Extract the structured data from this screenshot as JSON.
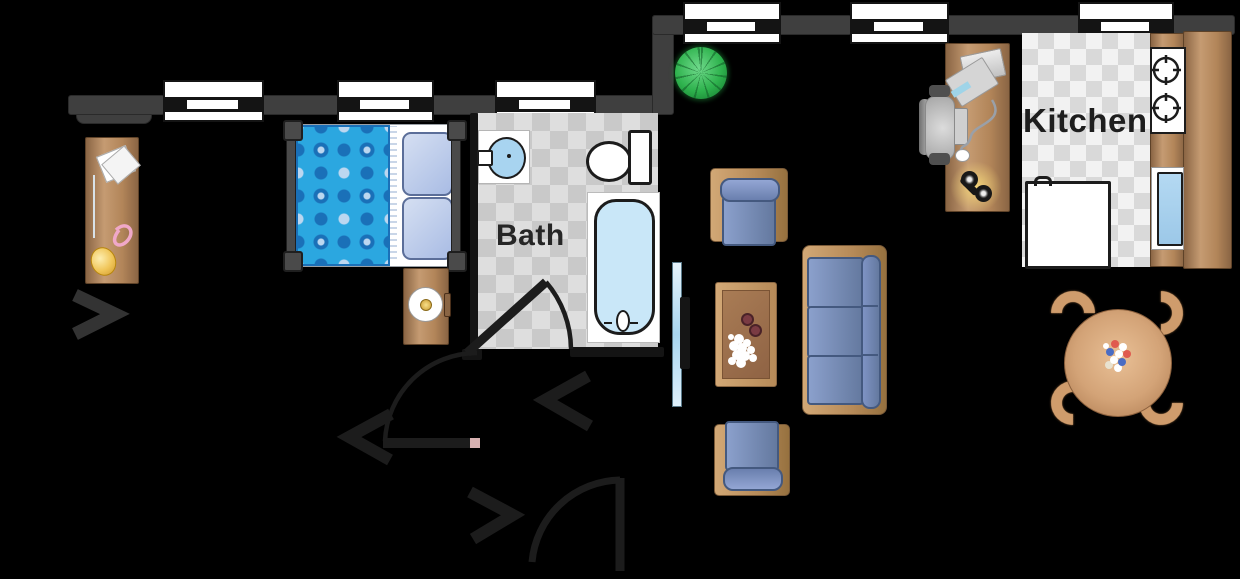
{
  "diagram_type": "apartment-floor-plan",
  "background_color": "#000000",
  "labels": {
    "bath": "Bath",
    "kitchen": "Kitchen"
  },
  "rooms": [
    {
      "name": "bedroom",
      "label": ""
    },
    {
      "name": "bathroom",
      "label": "Bath",
      "floor": "gray-checker-tile"
    },
    {
      "name": "living-room",
      "label": ""
    },
    {
      "name": "kitchen",
      "label": "Kitchen",
      "floor": "white-checker-tile"
    }
  ],
  "palette": {
    "wall_gray": "#3f3f3f",
    "window_frame_black": "#141414",
    "tile_light": "#dedede",
    "tile_dark": "#c9c9c9",
    "wood_tan": "#c59b72",
    "wood_dark": "#8a6544",
    "upholstery_blue": "#7289bd",
    "upholstery_outline": "#44597f",
    "quilt_blue": "#2ba7e0",
    "quilt_dark_blue": "#1a70b8",
    "water_blue": "#c9e7f8",
    "tree_green": "#2eb24d",
    "glow_yellow": "#f5d77a",
    "door_line_black": "#1c1c1c",
    "accent_pink": "#f0a8c8"
  },
  "items": [
    "entry-desk",
    "paper-sheets",
    "pen",
    "pink-cord",
    "gold-egg",
    "double-bed",
    "quilt",
    "pillows",
    "nightstand",
    "table-lamp",
    "bath-sink",
    "toilet",
    "bathtub",
    "bath-door-swing",
    "entry-door-swing",
    "direction-chevrons",
    "bottom-door-swing",
    "tree-plant",
    "tv",
    "armchair-top",
    "armchair-bottom",
    "sofa",
    "coffee-table",
    "flower-bouquet",
    "teacups",
    "computer-desk",
    "office-chair",
    "laptop",
    "computer-tower",
    "mouse",
    "headphones",
    "refrigerator",
    "stove-two-burners",
    "kitchen-sink",
    "kitchen-counter",
    "round-dining-table",
    "dining-chairs",
    "table-flowers"
  ]
}
